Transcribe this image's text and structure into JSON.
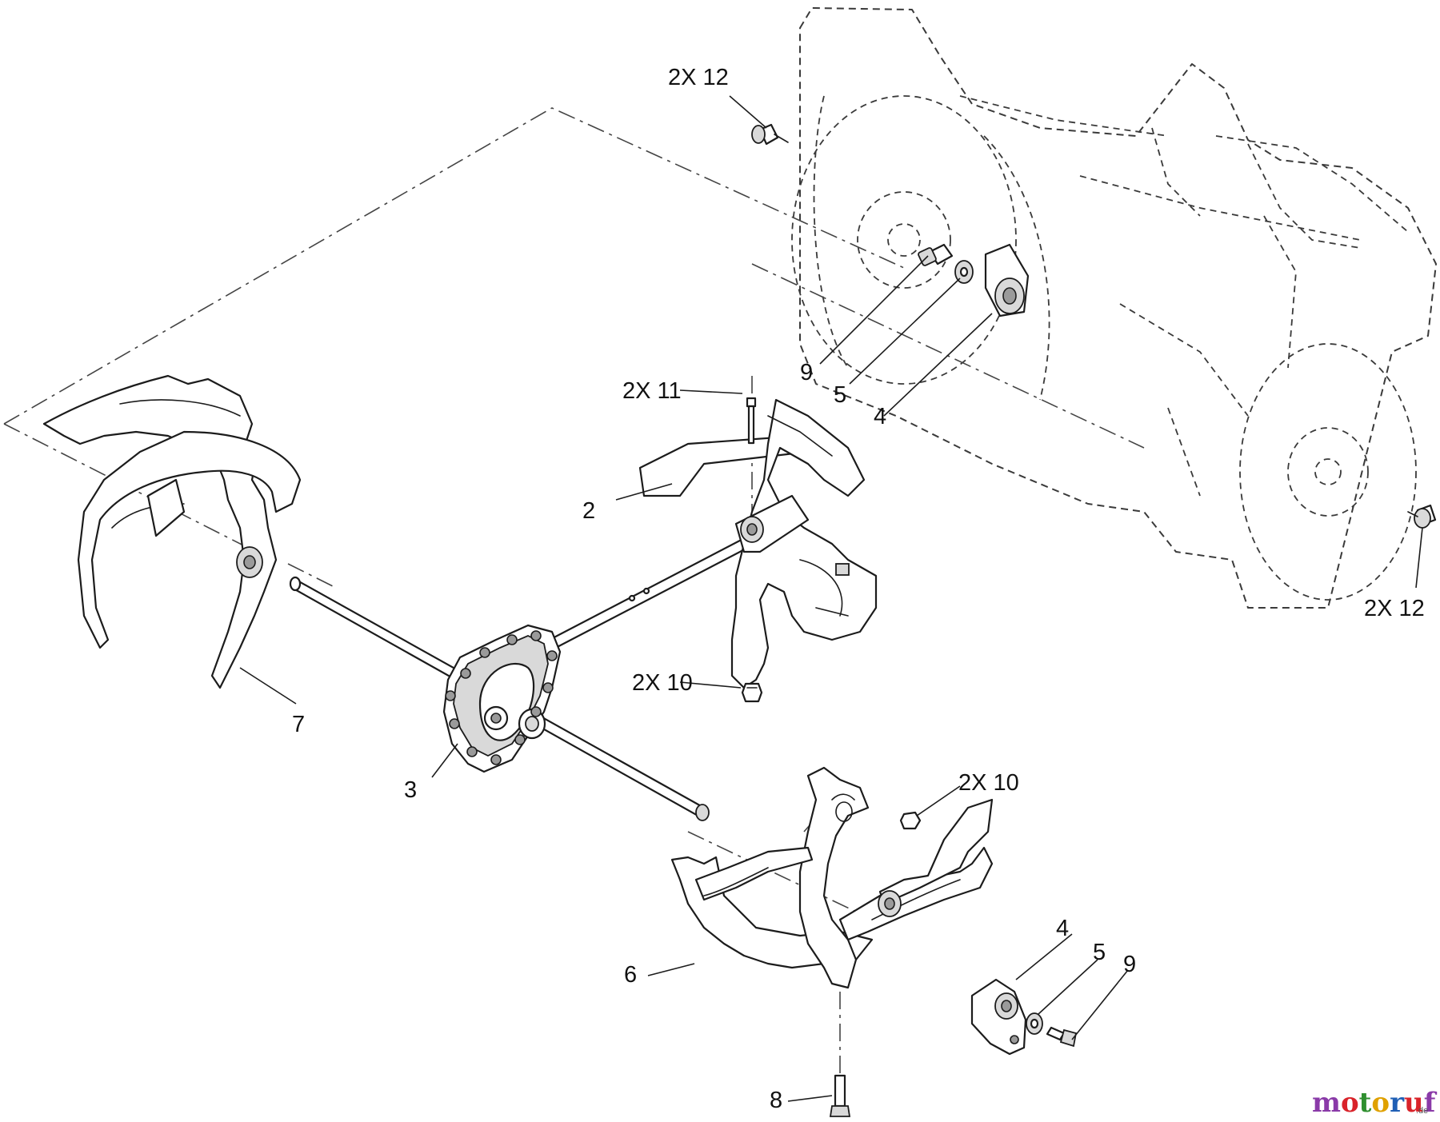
{
  "callouts": {
    "c_2x12_top": "2X 12",
    "c_9_upper": "9",
    "c_5_upper": "5",
    "c_4_upper": "4",
    "c_2x11": "2X 11",
    "c_2": "2",
    "c_2x12_right": "2X 12",
    "c_2x10_upper": "2X 10",
    "c_7": "7",
    "c_3": "3",
    "c_2x10_lower": "2X 10",
    "c_4_lower": "4",
    "c_5_lower": "5",
    "c_9_lower": "9",
    "c_6": "6",
    "c_8": "8"
  },
  "logo": {
    "letters": [
      "m",
      "o",
      "t",
      "o",
      "r",
      "u",
      "f"
    ],
    "tld": ".de",
    "colors": [
      "#8a3aa8",
      "#d9232a",
      "#2f8f2f",
      "#e0a100",
      "#1f5fb5",
      "#d9232a",
      "#8a3aa8"
    ]
  }
}
